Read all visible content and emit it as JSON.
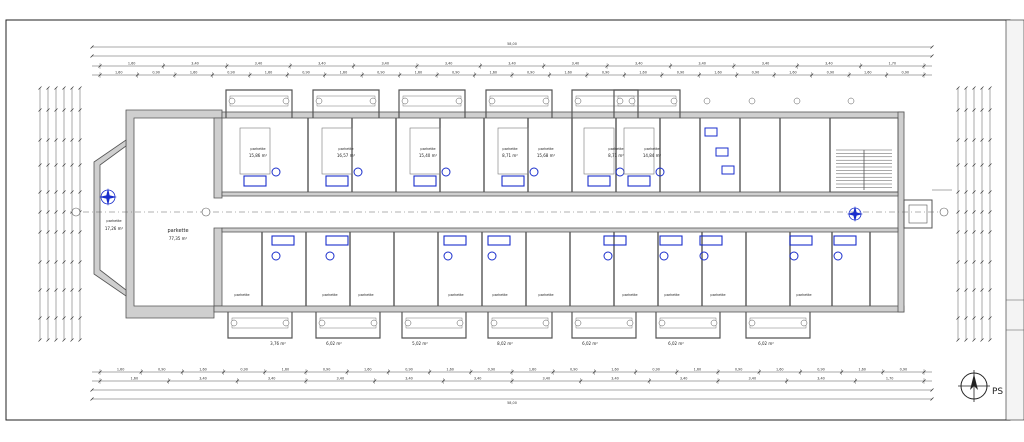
{
  "drawing": {
    "north_label": "PS"
  },
  "top_dimensions": {
    "overall": "58,00",
    "row2": [
      "1,60",
      "3,40",
      "3,40",
      "3,40",
      "3,40",
      "3,40",
      "3,40",
      "3,40",
      "3,40",
      "3,40",
      "3,40",
      "3,40",
      "1,70"
    ],
    "row3": [
      "1,60",
      "0,90",
      "1,60",
      "0,90",
      "1,60",
      "0,90",
      "1,60",
      "0,90",
      "1,60",
      "0,90",
      "1,60",
      "0,90",
      "1,60",
      "0,90",
      "1,60",
      "0,90",
      "1,60",
      "0,90",
      "1,60",
      "0,90",
      "1,60",
      "0,90"
    ]
  },
  "bottom_dimensions": {
    "overall": "58,00",
    "row1": [
      "1,60",
      "0,90",
      "1,60",
      "0,90",
      "1,60",
      "0,90",
      "1,60",
      "0,90",
      "1,60",
      "0,90",
      "1,60",
      "0,90",
      "1,60",
      "0,90",
      "1,60",
      "0,90",
      "1,60",
      "0,90",
      "1,60",
      "0,90"
    ],
    "row2": [
      "1,60",
      "3,40",
      "3,40",
      "3,40",
      "3,40",
      "3,40",
      "3,40",
      "3,40",
      "3,40",
      "3,40",
      "3,40",
      "1,70"
    ]
  },
  "rooms": {
    "hall": {
      "label": "parkette",
      "area": "77,35 m²"
    },
    "entrance": {
      "label": "parkette",
      "area": "17,26 m²"
    },
    "top_room_areas": [
      "15,86 m²",
      "16,57 m²",
      "15,40 m²",
      "8,71 m²",
      "15,68 m²",
      "8,71 m²",
      "14,84 m²"
    ],
    "top_room_labels": [
      "parkette",
      "parkette",
      "parkette",
      "parkette",
      "parkette",
      "parkette",
      "parkette"
    ],
    "bottom_room_labels": [
      "parkette",
      "parkette",
      "parkette",
      "parkette",
      "parkette",
      "parkette",
      "parkette",
      "parkette",
      "parkette",
      "parkette"
    ],
    "balcony_areas": [
      "3,76 m²",
      "6,02 m²",
      "5,02 m²",
      "8,02 m²",
      "6,02 m²",
      "6,02 m²",
      "6,02 m²"
    ]
  }
}
